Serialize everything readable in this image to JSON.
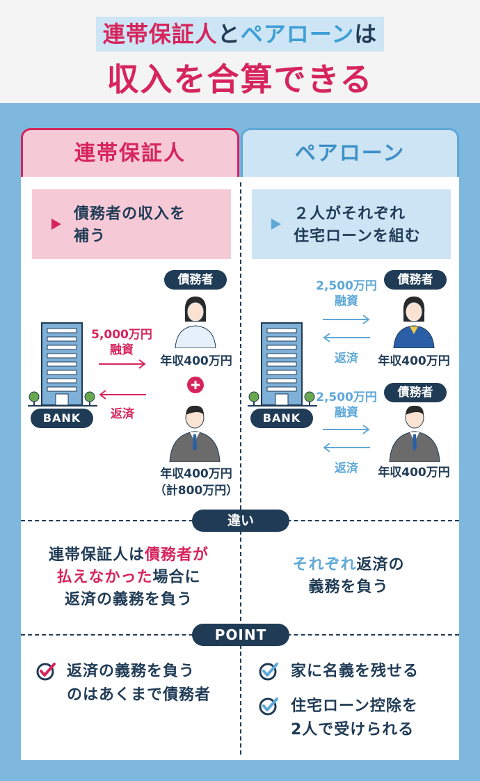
{
  "header": {
    "line1": {
      "part1": "連帯保証人",
      "part2": "と",
      "part3": "ペアローン",
      "part4": "は"
    },
    "line2": "収入を合算できる"
  },
  "tabs": {
    "left": "連帯保証人",
    "right": "ペアローン"
  },
  "left": {
    "summary": {
      "line1": "債務者の収入を",
      "line2": "補う"
    },
    "debtor_badge": "債務者",
    "amount": "5,000万円",
    "loan": "融資",
    "repay": "返済",
    "bank": "BANK",
    "income1": "年収400万円",
    "income2": "年収400万円",
    "total": "（計800万円）"
  },
  "right": {
    "summary": {
      "line1": "２人がそれぞれ",
      "line2": "住宅ローンを組む"
    },
    "debtor_badge1": "債務者",
    "debtor_badge2": "債務者",
    "amount1": "2,500万円",
    "amount2": "2,500万円",
    "loan1": "融資",
    "loan2": "融資",
    "repay1": "返済",
    "repay2": "返済",
    "bank": "BANK",
    "income1": "年収400万円",
    "income2": "年収400万円"
  },
  "difference": {
    "label": "違い",
    "left": {
      "a": "連帯保証人は",
      "b": "債務者が",
      "c": "払えなかった",
      "d": "場合に",
      "e": "返済の義務を負う"
    },
    "right": {
      "a": "それぞれ",
      "b": "返済の",
      "c": "義務を負う"
    }
  },
  "point": {
    "label": "POINT",
    "left": [
      {
        "line1": "返済の義務を負う",
        "line2": "のはあくまで債務者"
      }
    ],
    "right": [
      {
        "line1": "家に名義を残せる"
      },
      {
        "line1": "住宅ローン控除を",
        "line2": "2人で受けられる"
      }
    ]
  },
  "colors": {
    "pink": "#d6245c",
    "blue": "#5ea8d8",
    "navy": "#1f3b55",
    "bg_blue": "#7eb8df"
  }
}
